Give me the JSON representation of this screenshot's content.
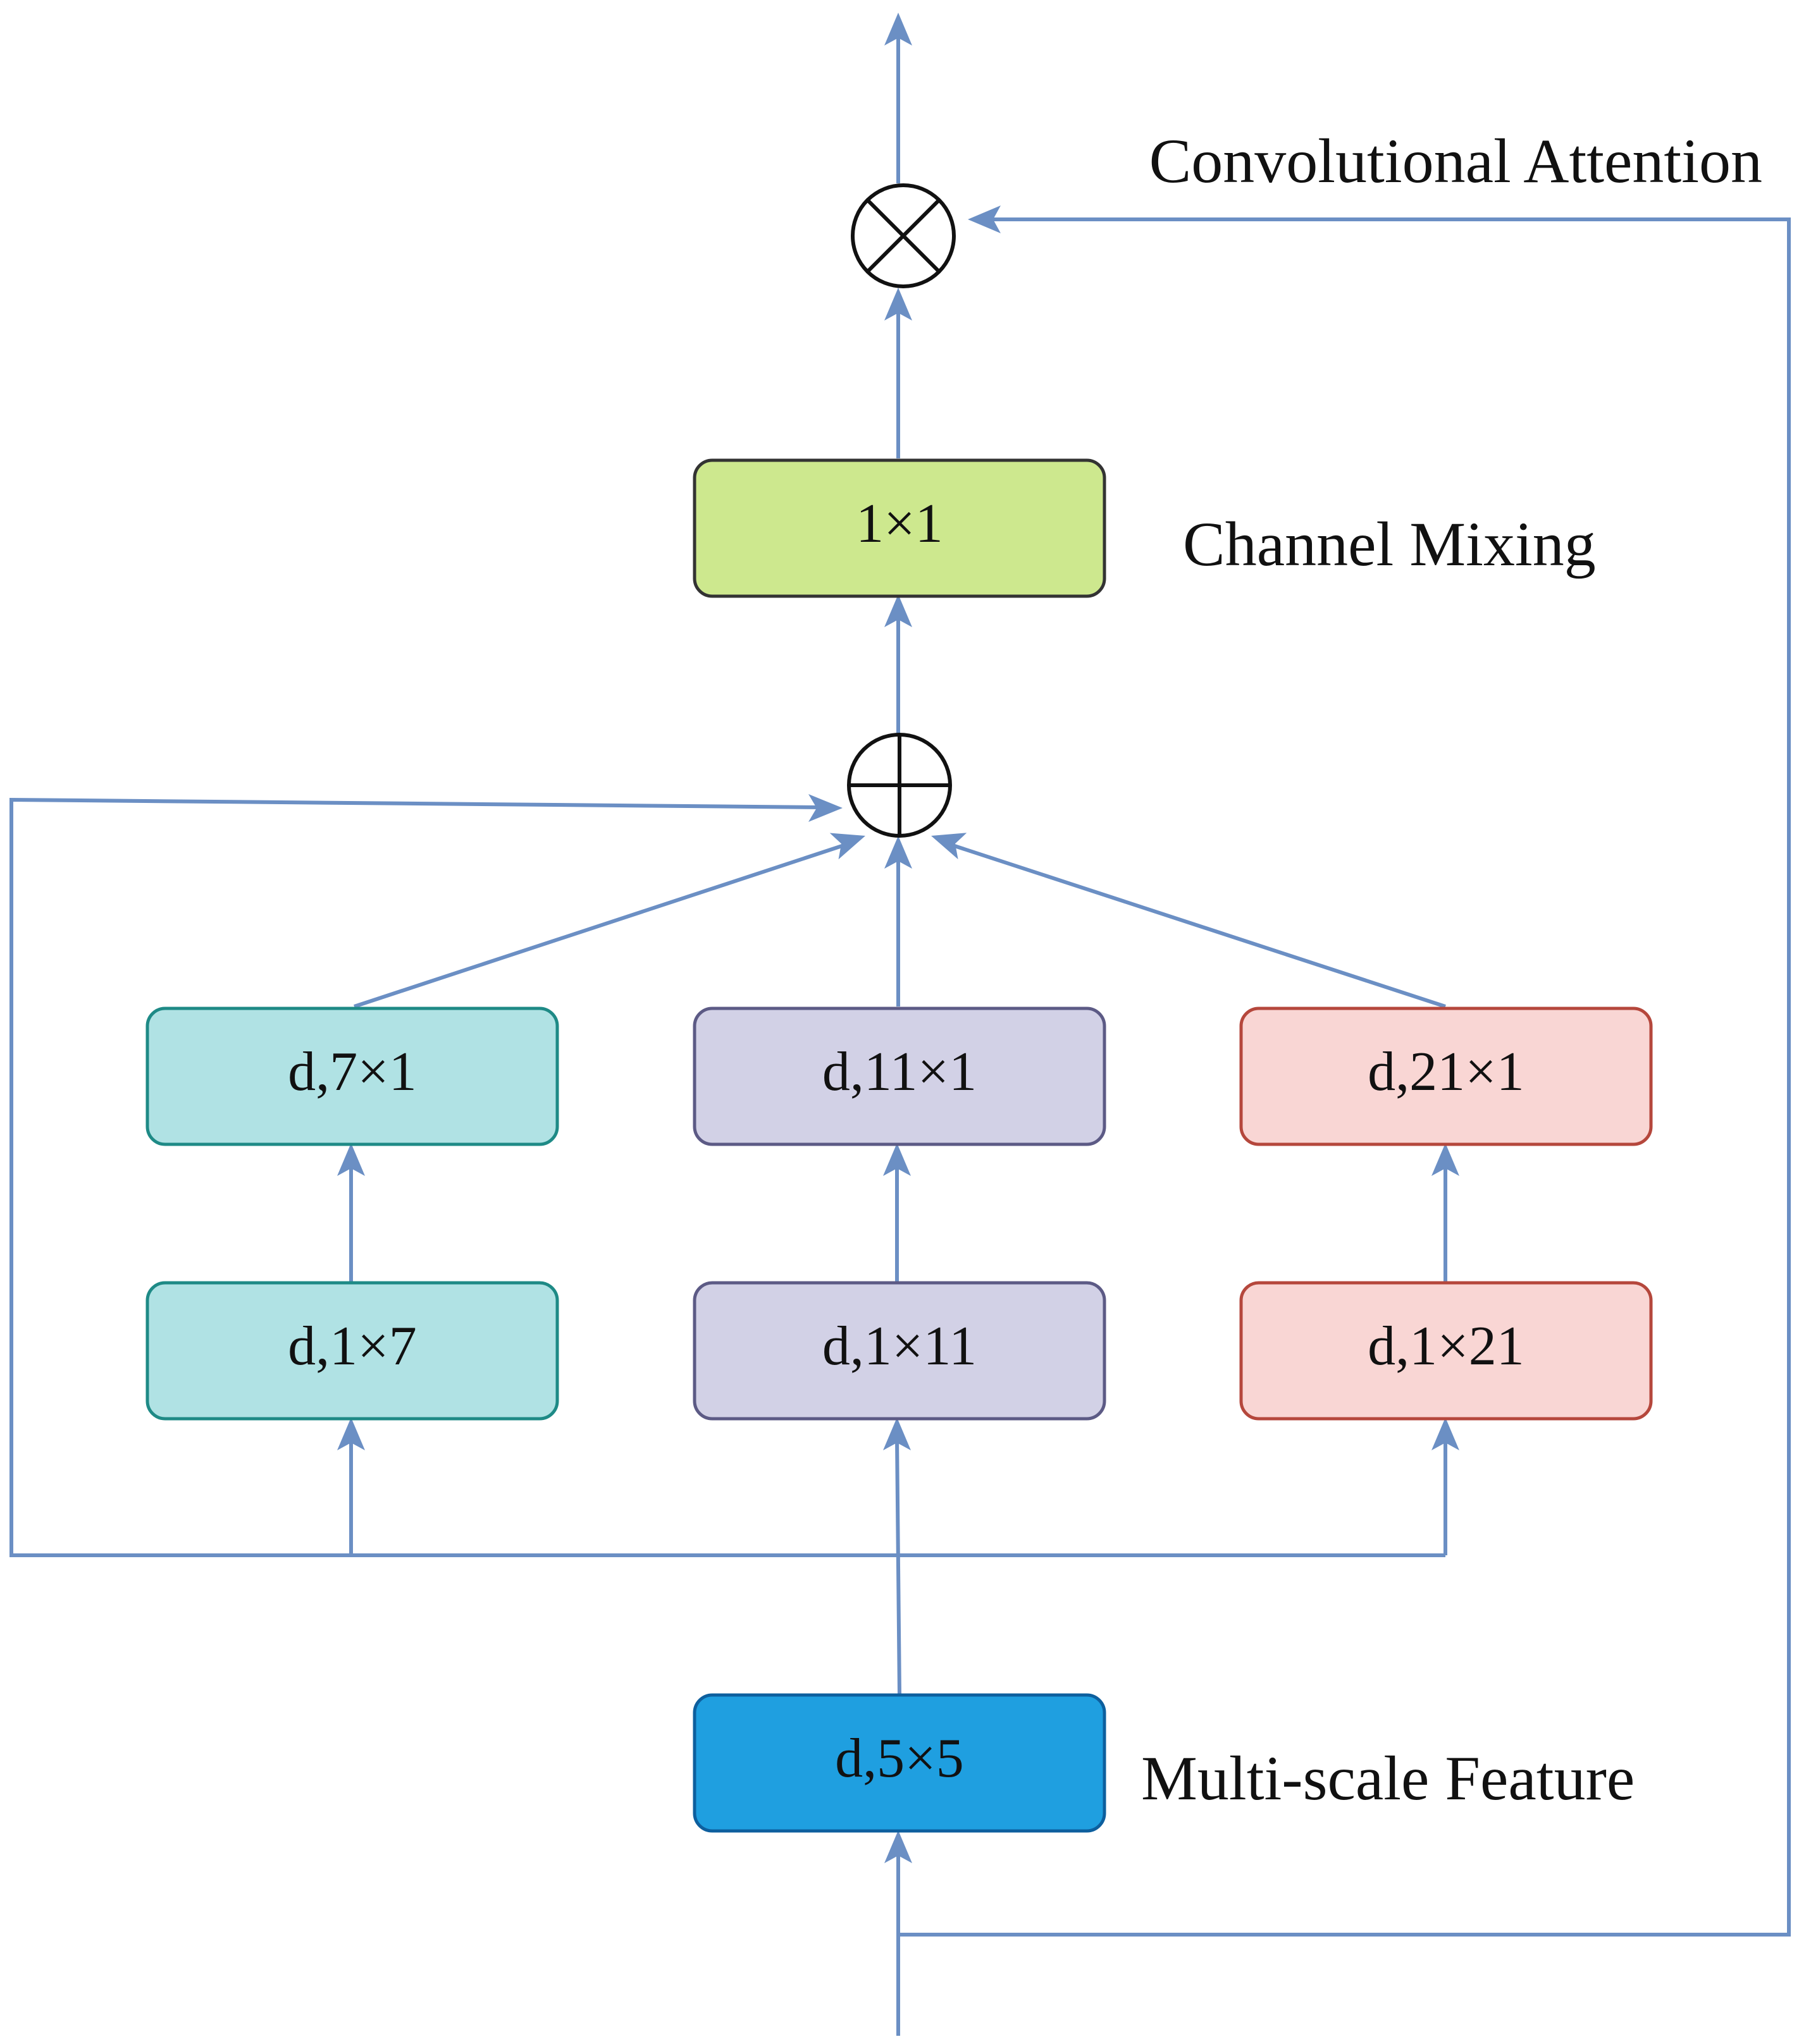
{
  "labels": {
    "convolutional_attention": "Convolutional Attention",
    "channel_mixing": "Channel Mixing",
    "multi_scale_feature": "Multi-scale Feature"
  },
  "blocks": {
    "channel_mix": "1×1",
    "branch7_top": "d,7×1",
    "branch11_top": "d,11×1",
    "branch21_top": "d,21×1",
    "branch7_bottom": "d,1×7",
    "branch11_bottom": "d,1×11",
    "branch21_bottom": "d,1×21",
    "input_conv": "d,5×5"
  },
  "colors": {
    "wire": "#6b8fc4",
    "channel_mix_fill": "#cde88e",
    "branch7_fill": "#b0e2e4",
    "branch7_stroke": "#1e8a86",
    "branch11_fill": "#d2d1e6",
    "branch11_stroke": "#5c5a85",
    "branch21_fill": "#f9d6d4",
    "branch21_stroke": "#b5473c",
    "input_conv_fill": "#1f9fe0",
    "input_conv_stroke": "#0d5f9e"
  },
  "operators": {
    "multiply": "multiply-operator",
    "add": "add-operator"
  }
}
